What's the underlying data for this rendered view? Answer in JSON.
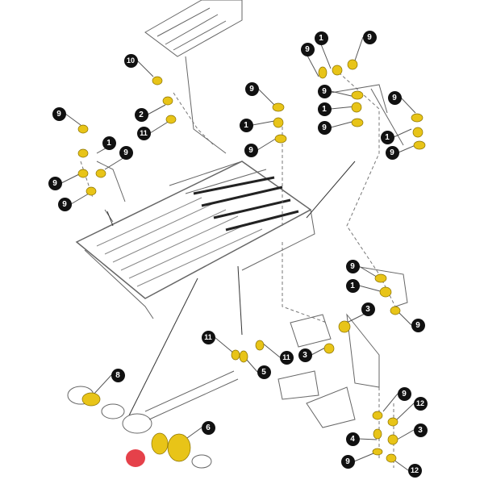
{
  "diagram": {
    "type": "exploded-parts-diagram",
    "colors": {
      "part": "#e8c418",
      "line": "#555555",
      "callout": "#111111",
      "marker": "#e0202a"
    },
    "callouts": [
      "10",
      "2",
      "11",
      "9",
      "1",
      "9",
      "9",
      "9",
      "9",
      "1",
      "9",
      "1",
      "9",
      "9",
      "9",
      "1",
      "9",
      "9",
      "1",
      "9",
      "9",
      "1",
      "9",
      "3",
      "3",
      "11",
      "11",
      "5",
      "8",
      "6",
      "9",
      "12",
      "3",
      "4",
      "9",
      "12"
    ]
  }
}
